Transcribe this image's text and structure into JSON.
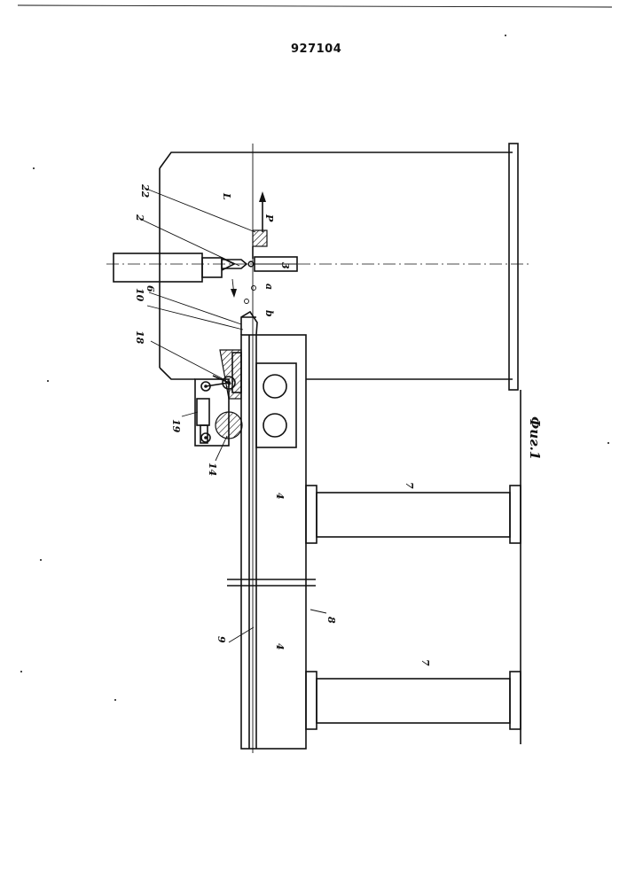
{
  "patent_number": "927104",
  "figure_caption": "Фиг.1",
  "callouts": {
    "c22": "22",
    "c2": "2",
    "c10": "10",
    "c6": "6",
    "c18": "18",
    "c19": "19",
    "c14": "14",
    "cL": "L",
    "cP": "P",
    "c3": "3",
    "ca": "a",
    "cb": "b",
    "c4a": "4",
    "c4b": "4",
    "c7a": "7",
    "c7b": "7",
    "c8": "8",
    "c9": "9"
  }
}
